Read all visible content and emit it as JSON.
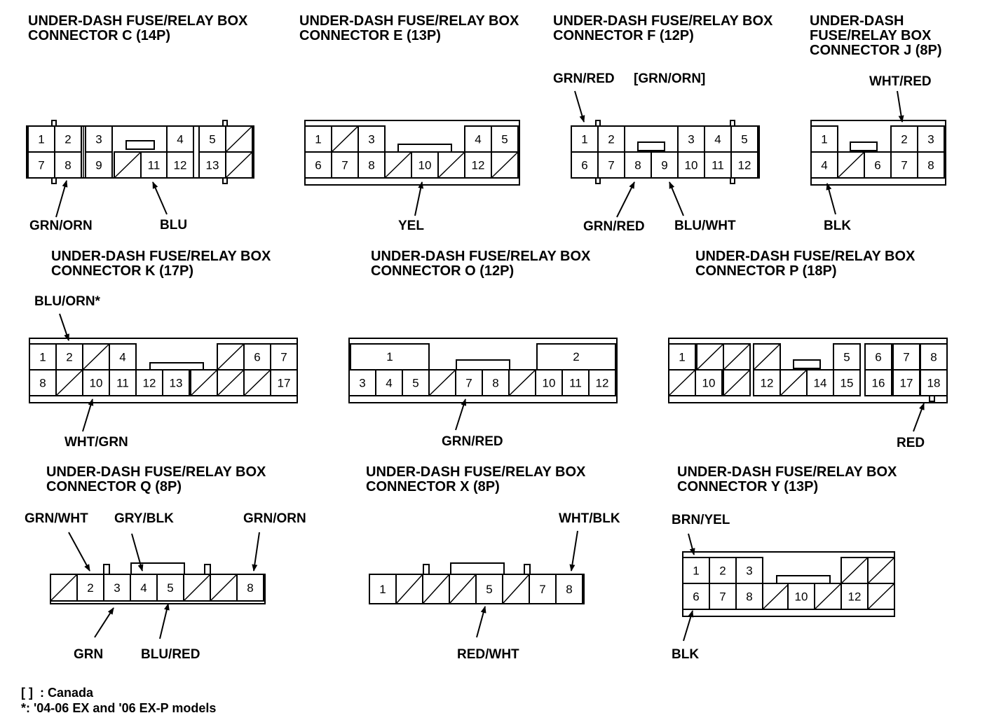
{
  "connectors": {
    "C": {
      "title": "UNDER-DASH FUSE/RELAY BOX\nCONNECTOR C (14P)",
      "pins": {
        "1": "1",
        "2": "2",
        "3": "3",
        "4": "4",
        "5": "5",
        "7": "7",
        "8": "8",
        "9": "9",
        "11": "11",
        "12": "12",
        "13": "13"
      },
      "wires": [
        "GRN/ORN",
        "BLU"
      ]
    },
    "E": {
      "title": "UNDER-DASH FUSE/RELAY BOX\nCONNECTOR E (13P)",
      "pins": {
        "1": "1",
        "3": "3",
        "4": "4",
        "5": "5",
        "6": "6",
        "7": "7",
        "8": "8",
        "10": "10",
        "12": "12"
      },
      "wires": [
        "YEL"
      ]
    },
    "F": {
      "title": "UNDER-DASH FUSE/RELAY BOX\nCONNECTOR F (12P)",
      "pins": {
        "1": "1",
        "2": "2",
        "3": "3",
        "4": "4",
        "5": "5",
        "6": "6",
        "7": "7",
        "8": "8",
        "9": "9",
        "10": "10",
        "11": "11",
        "12": "12"
      },
      "wires": [
        "GRN/RED",
        "[GRN/ORN]",
        "GRN/RED",
        "BLU/WHT"
      ]
    },
    "J": {
      "title": "UNDER-DASH\nFUSE/RELAY BOX\nCONNECTOR J (8P)",
      "pins": {
        "1": "1",
        "2": "2",
        "3": "3",
        "4": "4",
        "6": "6",
        "7": "7",
        "8": "8"
      },
      "wires": [
        "WHT/RED",
        "BLK"
      ]
    },
    "K": {
      "title": "UNDER-DASH FUSE/RELAY BOX\nCONNECTOR K (17P)",
      "pins": {
        "1": "1",
        "2": "2",
        "4": "4",
        "6": "6",
        "7": "7",
        "8": "8",
        "10": "10",
        "11": "11",
        "12": "12",
        "13": "13",
        "17": "17"
      },
      "wires": [
        "BLU/ORN*",
        "WHT/GRN"
      ]
    },
    "O": {
      "title": "UNDER-DASH FUSE/RELAY BOX\nCONNECTOR O (12P)",
      "pins": {
        "1": "1",
        "2": "2",
        "3": "3",
        "4": "4",
        "5": "5",
        "7": "7",
        "8": "8",
        "10": "10",
        "11": "11",
        "12": "12"
      },
      "wires": [
        "GRN/RED"
      ]
    },
    "P": {
      "title": "UNDER-DASH FUSE/RELAY BOX\nCONNECTOR P (18P)",
      "pins": {
        "1": "1",
        "5": "5",
        "6": "6",
        "7": "7",
        "8": "8",
        "10": "10",
        "12": "12",
        "14": "14",
        "15": "15",
        "16": "16",
        "17": "17",
        "18": "18"
      },
      "wires": [
        "RED"
      ]
    },
    "Q": {
      "title": "UNDER-DASH FUSE/RELAY BOX\nCONNECTOR Q (8P)",
      "pins": {
        "2": "2",
        "3": "3",
        "4": "4",
        "5": "5",
        "8": "8"
      },
      "wires": [
        "GRN/WHT",
        "GRY/BLK",
        "GRN/ORN",
        "GRN",
        "BLU/RED"
      ]
    },
    "X": {
      "title": "UNDER-DASH FUSE/RELAY BOX\nCONNECTOR X (8P)",
      "pins": {
        "1": "1",
        "5": "5",
        "7": "7",
        "8": "8"
      },
      "wires": [
        "WHT/BLK",
        "RED/WHT"
      ]
    },
    "Y": {
      "title": "UNDER-DASH FUSE/RELAY BOX\nCONNECTOR Y (13P)",
      "pins": {
        "1": "1",
        "2": "2",
        "3": "3",
        "6": "6",
        "7": "7",
        "8": "8",
        "10": "10",
        "12": "12"
      },
      "wires": [
        "BRN/YEL",
        "BLK"
      ]
    }
  },
  "notes": {
    "canada": "[ ]  : Canada",
    "models": "*: '04-06 EX and '06 EX-P models"
  },
  "colors": {
    "ink": "#000000",
    "background": "#ffffff"
  }
}
